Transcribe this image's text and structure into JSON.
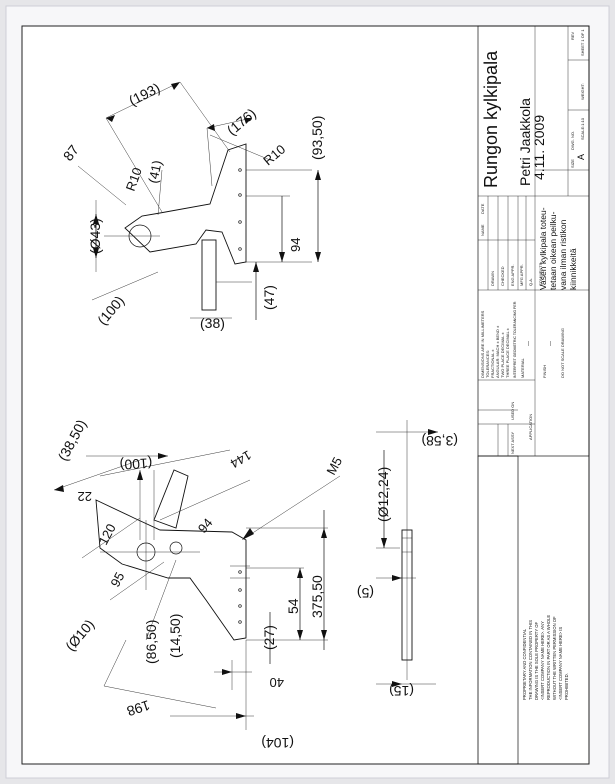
{
  "drawing": {
    "title": "Rungon kylkipala",
    "author": "Petri Jaakkola",
    "date": "4.11. 2009",
    "description_lines": [
      "Vasen kylkipala toteu-",
      "tetaan oikean peilku-",
      "vana ilman ristikon",
      "kiinnikkeitä"
    ]
  },
  "view_top": {
    "dims": [
      "(193)",
      "(176)",
      "87",
      "R10",
      "(41)",
      "R10",
      "(93,50)",
      "(Ø43)",
      "94",
      "(47)",
      "(100)",
      "(38)"
    ]
  },
  "view_bottom": {
    "dims": [
      "(38,50)",
      "(100)",
      "144",
      "22",
      "120",
      "95",
      "94",
      "M5",
      "(Ø10)",
      "(86,50)",
      "(14,50)",
      "54",
      "375,50",
      "(27)",
      "40",
      "198",
      "(104)"
    ]
  },
  "view_side": {
    "dims": [
      "(3,58)",
      "(Ø12,24)",
      "(5)",
      "(15)"
    ]
  },
  "proprietary_note": [
    "PROPRIETARY AND CONFIDENTIAL",
    "THE INFORMATION CONTAINED IN THIS",
    "DRAWING IS THE SOLE PROPERTY OF",
    "<INSERT COMPANY NAME HERE>. ANY",
    "REPRODUCTION IN PART OR AS A WHOLE",
    "WITHOUT THE WRITTEN PERMISSION OF",
    "<INSERT COMPANY NAME HERE> IS",
    "PROHIBITED."
  ],
  "tolerance_note": [
    "DIMENSIONS ARE IN MILLIMETERS",
    "TOLERANCES:",
    "FRACTIONAL ±",
    "ANGULAR: MACH ±   BEND ±",
    "TWO PLACE DECIMAL   ±",
    "THREE PLACE DECIMAL  ±"
  ],
  "title_block": {
    "name_header": "NAME",
    "date_header": "DATE",
    "rows": [
      "DRAWN",
      "CHECKED",
      "ENG APPR.",
      "MFG APPR.",
      "Q.A.",
      "COMMENTS:"
    ],
    "interpret": "INTERPRET GEOMETRIC TOLERANCING PER:",
    "material": "MATERIAL",
    "finish": "FINISH",
    "dash": "—",
    "next_assy": "NEXT ASSY",
    "used_on": "USED ON",
    "application": "APPLICATION",
    "do_not_scale": "DO NOT SCALE DRAWING",
    "size_label": "SIZE",
    "size_value": "A",
    "dwg_no": "DWG. NO.",
    "rev": "REV",
    "scale": "SCALE:1:10",
    "weight": "WEIGHT:",
    "sheet": "SHEET 1 OF 1"
  }
}
